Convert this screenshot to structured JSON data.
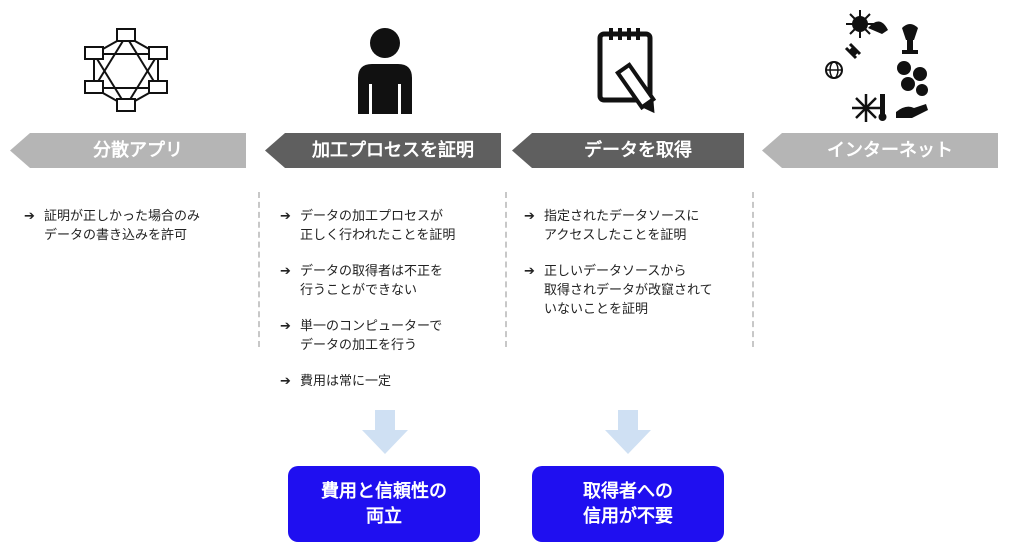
{
  "colors": {
    "banner_light": "#b5b5b5",
    "banner_dark": "#5f5f5f",
    "result_bg": "#1f0ff0",
    "down_arrow": "#cfe0f3"
  },
  "icons": [
    "network-icon",
    "person-icon",
    "notepad-pencil-icon",
    "internet-data-icon"
  ],
  "banners": [
    {
      "label": "分散アプリ"
    },
    {
      "label": "加工プロセスを証明"
    },
    {
      "label": "データを取得"
    },
    {
      "label": "インターネット"
    }
  ],
  "columns": {
    "app": {
      "items": [
        "証明が正しかった場合のみ\nデータの書き込みを許可"
      ]
    },
    "process": {
      "items": [
        "データの加工プロセスが\n正しく行われたことを証明",
        "データの取得者は不正を\n行うことができない",
        "単一のコンピューターで\nデータの加工を行う",
        "費用は常に一定"
      ]
    },
    "fetch": {
      "items": [
        "指定されたデータソースに\nアクセスしたことを証明",
        "正しいデータソースから\n取得されデータが改竄されて\nいないことを証明"
      ]
    }
  },
  "results": {
    "left": "費用と信頼性の\n両立",
    "right": "取得者への\n信用が不要"
  }
}
